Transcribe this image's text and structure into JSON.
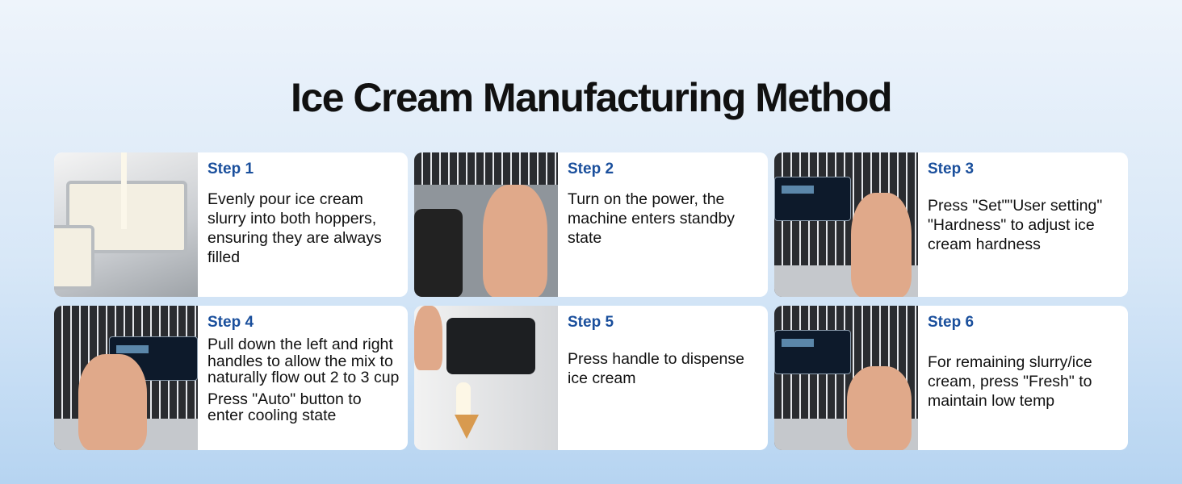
{
  "title": "Ice Cream Manufacturing Method",
  "steps": [
    {
      "label": "Step 1",
      "text": [
        "Evenly pour ice cream slurry into both hoppers, ensuring they are always filled"
      ]
    },
    {
      "label": "Step 2",
      "text": [
        "Turn on the power, the machine enters standby state"
      ]
    },
    {
      "label": "Step 3",
      "text": [
        "Press \"Set\"\"User setting\" \"Hardness\" to adjust ice cream hardness"
      ]
    },
    {
      "label": "Step 4",
      "text": [
        "Pull down the left and right handles  to allow the mix to naturally flow out 2 to 3 cup",
        "Press \"Auto\" button to enter cooling state"
      ]
    },
    {
      "label": "Step 5",
      "text": [
        "Press handle to dispense ice cream"
      ]
    },
    {
      "label": "Step 6",
      "text": [
        "For remaining slurry/ice cream, press \"Fresh\" to maintain low temp"
      ]
    }
  ],
  "colors": {
    "step_label": "#1a4f9c"
  }
}
